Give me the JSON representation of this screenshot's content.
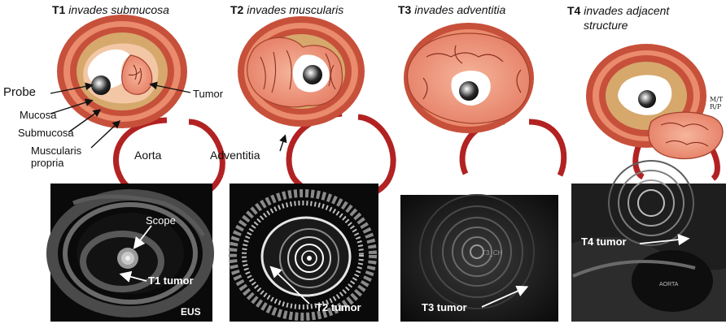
{
  "panels": [
    {
      "stage": "T1",
      "desc": "invades submucosa"
    },
    {
      "stage": "T2",
      "desc": "invades muscularis"
    },
    {
      "stage": "T3",
      "desc": "invades adventitia"
    },
    {
      "stage": "T4",
      "desc_line1": "invades adjacent",
      "desc_line2": "structure"
    }
  ],
  "anatomy": {
    "probe": "Probe",
    "mucosa": "Mucosa",
    "submucosa": "Submucosa",
    "muscularis_line1": "Muscularis",
    "muscularis_line2": "propria",
    "tumor": "Tumor",
    "aorta": "Aorta",
    "adventitia": "Adventitia"
  },
  "eus": {
    "scope": "Scope",
    "t1_tumor": "T1 tumor",
    "eus_tag": "EUS",
    "t2_tumor": "T2 tumor",
    "t3_tumor": "T3 tumor",
    "t4_tumor": "T4 tumor",
    "t3_overlay": "T3_CH",
    "t4_overlay": "AORTA",
    "t4_side_1": "M/T",
    "t4_side_2": "R/P"
  }
}
